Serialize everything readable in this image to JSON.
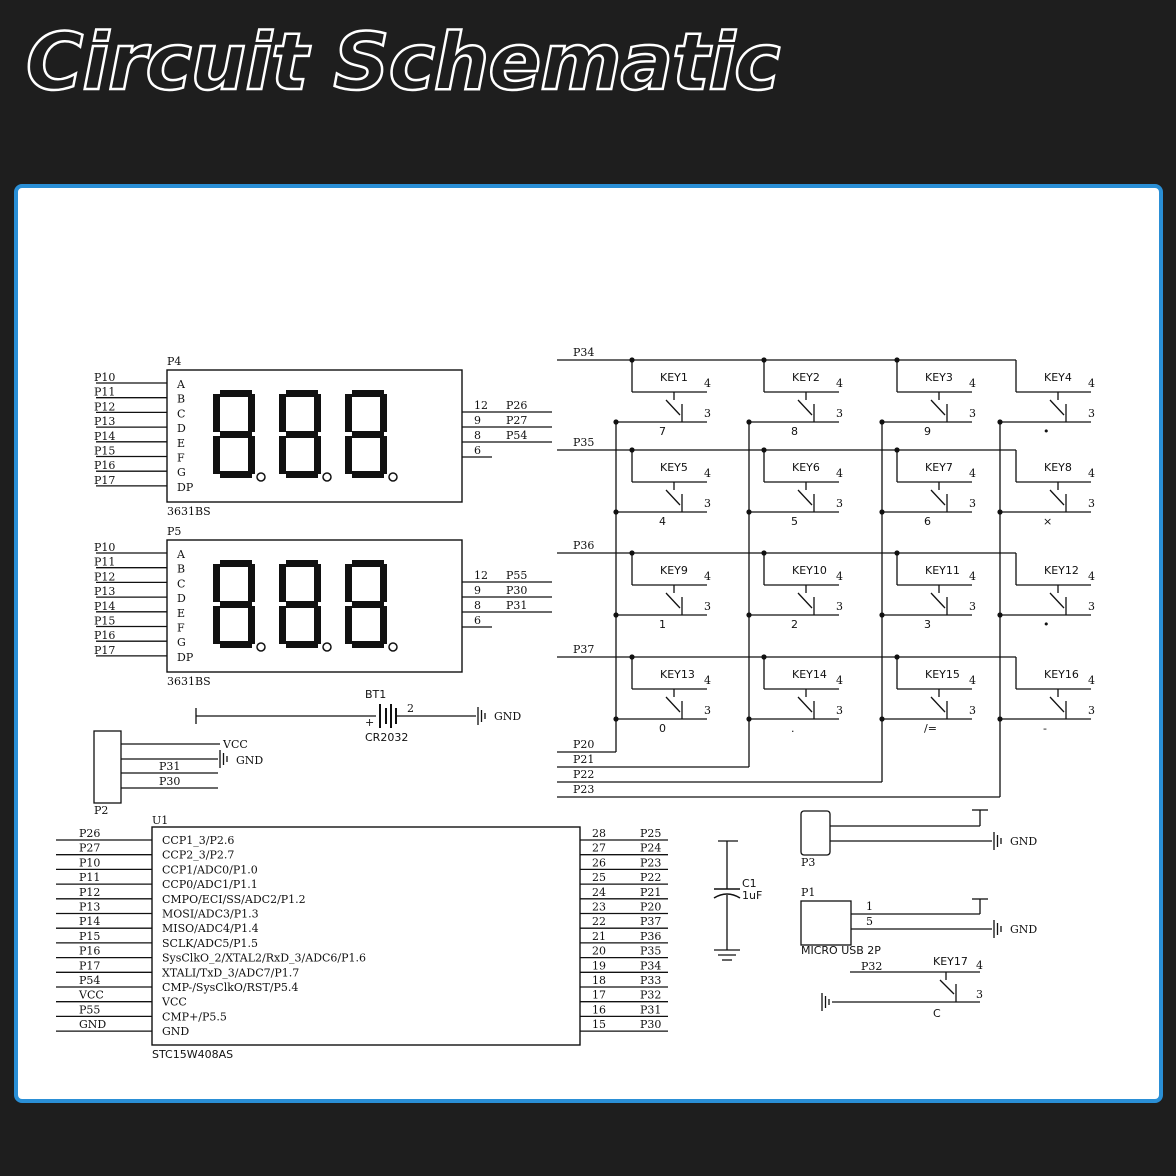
{
  "title": "Circuit Schematic",
  "displays": [
    {
      "ref": "P4",
      "part": "3631BS",
      "seg_nets": [
        "P10",
        "P11",
        "P12",
        "P13",
        "P14",
        "P15",
        "P16",
        "P17"
      ],
      "seg_pins": [
        "A",
        "B",
        "C",
        "D",
        "E",
        "F",
        "G",
        "DP"
      ],
      "right_pins": [
        "12",
        "9",
        "8",
        "6"
      ],
      "right_nets": [
        "P26",
        "P27",
        "P54",
        ""
      ],
      "digits": "888"
    },
    {
      "ref": "P5",
      "part": "3631BS",
      "seg_nets": [
        "P10",
        "P11",
        "P12",
        "P13",
        "P14",
        "P15",
        "P16",
        "P17"
      ],
      "seg_pins": [
        "A",
        "B",
        "C",
        "D",
        "E",
        "F",
        "G",
        "DP"
      ],
      "right_pins": [
        "12",
        "9",
        "8",
        "6"
      ],
      "right_nets": [
        "P55",
        "P30",
        "P31",
        ""
      ],
      "digits": "888"
    }
  ],
  "keypad": {
    "rows": [
      "P34",
      "P35",
      "P36",
      "P37"
    ],
    "cols": [
      "P20",
      "P21",
      "P22",
      "P23"
    ],
    "keys": [
      {
        "name": "KEY1",
        "label": "7"
      },
      {
        "name": "KEY2",
        "label": "8"
      },
      {
        "name": "KEY3",
        "label": "9"
      },
      {
        "name": "KEY4",
        "label": "•"
      },
      {
        "name": "KEY5",
        "label": "4"
      },
      {
        "name": "KEY6",
        "label": "5"
      },
      {
        "name": "KEY7",
        "label": "6"
      },
      {
        "name": "KEY8",
        "label": "×"
      },
      {
        "name": "KEY9",
        "label": "1"
      },
      {
        "name": "KEY10",
        "label": "2"
      },
      {
        "name": "KEY11",
        "label": "3"
      },
      {
        "name": "KEY12",
        "label": "•"
      },
      {
        "name": "KEY13",
        "label": "0"
      },
      {
        "name": "KEY14",
        "label": "."
      },
      {
        "name": "KEY15",
        "label": "/="
      },
      {
        "name": "KEY16",
        "label": "-"
      }
    ],
    "pin_a": "4",
    "pin_b": "3"
  },
  "battery": {
    "ref": "BT1",
    "part": "CR2032",
    "pin": "2",
    "plus": "+",
    "gnd": "GND"
  },
  "p2": {
    "ref": "P2",
    "nets": [
      "VCC",
      "GND",
      "P31",
      "P30"
    ]
  },
  "mcu": {
    "ref": "U1",
    "part": "STC15W408AS",
    "left_nets": [
      "P26",
      "P27",
      "P10",
      "P11",
      "P12",
      "P13",
      "P14",
      "P15",
      "P16",
      "P17",
      "P54",
      "VCC",
      "P55",
      "GND"
    ],
    "left_funcs": [
      "CCP1_3/P2.6",
      "CCP2_3/P2.7",
      "CCP1/ADC0/P1.0",
      "CCP0/ADC1/P1.1",
      "CMPO/ECI/SS/ADC2/P1.2",
      "MOSI/ADC3/P1.3",
      "MISO/ADC4/P1.4",
      "SCLK/ADC5/P1.5",
      "SysClkO_2/XTAL2/RxD_3/ADC6/P1.6",
      "XTALI/TxD_3/ADC7/P1.7",
      "CMP-/SysClkO/RST/P5.4",
      "VCC",
      "CMP+/P5.5",
      "GND"
    ],
    "right_pins": [
      "28",
      "27",
      "26",
      "25",
      "24",
      "23",
      "22",
      "21",
      "20",
      "19",
      "18",
      "17",
      "16",
      "15"
    ],
    "right_nets": [
      "P25",
      "P24",
      "P23",
      "P22",
      "P21",
      "P20",
      "P37",
      "P36",
      "P35",
      "P34",
      "P33",
      "P32",
      "P31",
      "P30"
    ]
  },
  "cap": {
    "ref": "C1",
    "value": "1uF"
  },
  "p3": {
    "ref": "P3",
    "gnd": "GND"
  },
  "usb": {
    "ref": "P1",
    "part": "MICRO USB 2P",
    "pins": [
      "1",
      "5"
    ],
    "gnd": "GND"
  },
  "key17": {
    "name": "KEY17",
    "net": "P32",
    "pin_a": "4",
    "pin_b": "3",
    "label": "C"
  }
}
